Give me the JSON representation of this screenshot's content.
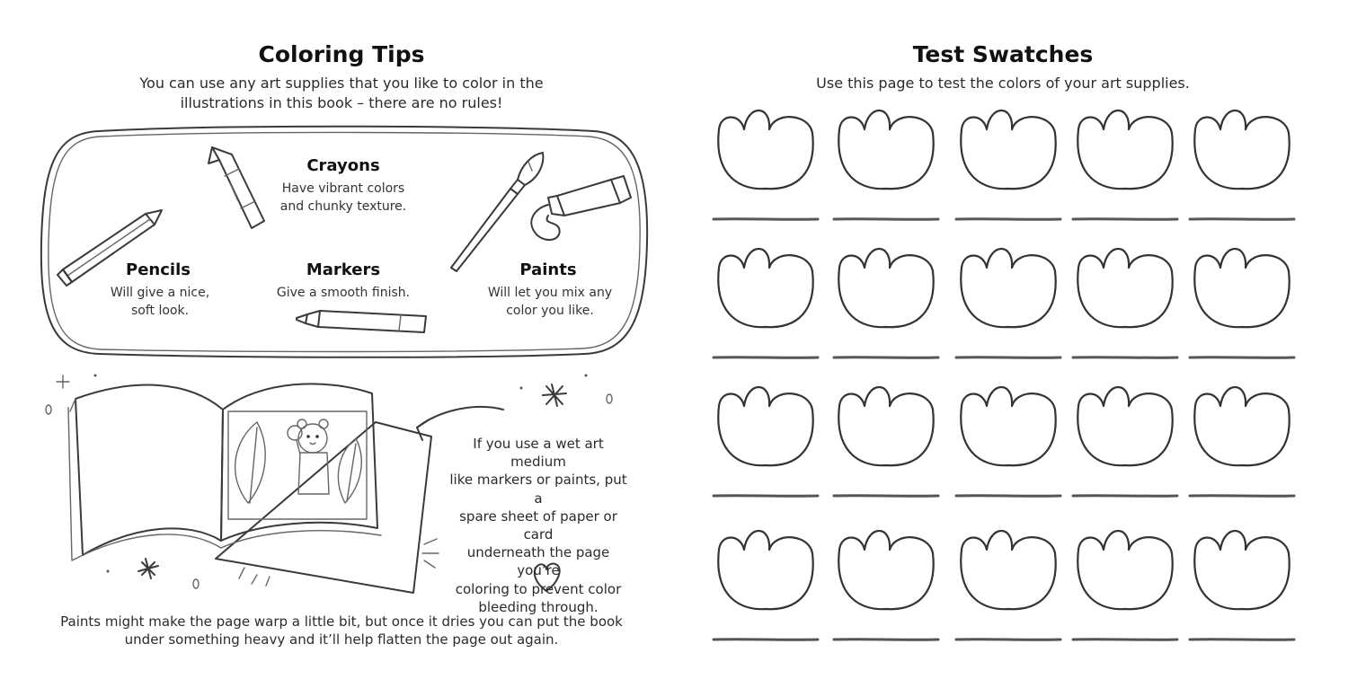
{
  "left_page": {
    "title": "Coloring Tips",
    "intro_line1": "You can use any art supplies that you like to color in the",
    "intro_line2": "illustrations in this book – there are no rules!",
    "tools": {
      "crayons": {
        "title": "Crayons",
        "desc_line1": "Have vibrant colors",
        "desc_line2": "and chunky texture."
      },
      "pencils": {
        "title": "Pencils",
        "desc_line1": "Will give a nice,",
        "desc_line2": "soft look."
      },
      "markers": {
        "title": "Markers",
        "desc_line1": "Give a smooth finish."
      },
      "paints": {
        "title": "Paints",
        "desc_line1": "Will let you mix any",
        "desc_line2": "color you like."
      }
    },
    "tip": {
      "line1": "If you use a wet art medium",
      "line2": "like markers or paints, put a",
      "line3": "spare sheet of paper or card",
      "line4": "underneath the page you’re",
      "line5": "coloring to prevent color",
      "line6": "bleeding through."
    },
    "footer": {
      "line1": "Paints might make the page warp a little bit, but once it dries you can put the book",
      "line2": "under something heavy and it’ll help flatten the page out again."
    }
  },
  "right_page": {
    "title": "Test Swatches",
    "intro": "Use this page to test the colors of your art supplies.",
    "swatch_rows": 4,
    "swatch_cols": 5
  },
  "colors": {
    "ink": "#3a3a3a",
    "text": "#222222",
    "background": "#ffffff"
  }
}
